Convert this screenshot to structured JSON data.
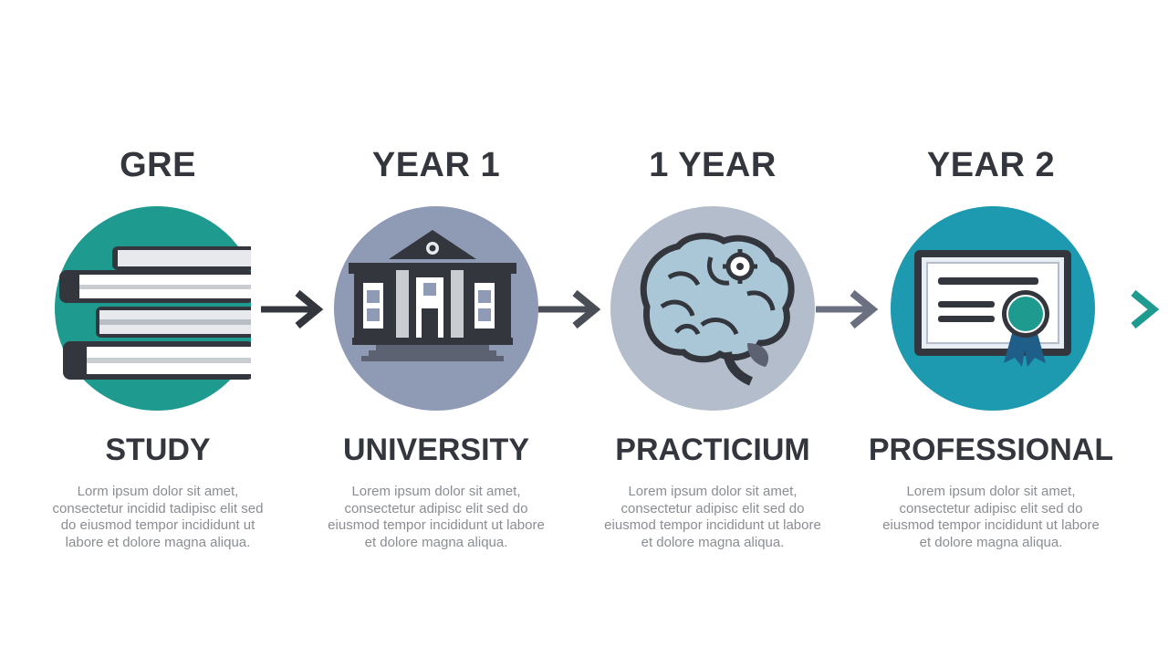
{
  "steps": [
    {
      "time": "GRE",
      "title": "STUDY",
      "icon": "books-icon",
      "circle_color": "#1e9a8f",
      "description": "Lorm ipsum dolor sit amet, consectetur incidid tadipisc elit sed do eiusmod tempor incididunt ut labore et dolore magna aliqua."
    },
    {
      "time": "YEAR 1",
      "title": "UNIVERSITY",
      "icon": "university-building-icon",
      "circle_color": "#8f9ab5",
      "description": "Lorem ipsum dolor sit amet, consectetur adipisc elit sed do eiusmod tempor incididunt ut labore et dolore magna aliqua."
    },
    {
      "time": "1 YEAR",
      "title": "PRACTICIUM",
      "icon": "brain-gear-icon",
      "circle_color": "#b4bdcb",
      "description": "Lorem ipsum dolor sit amet, consectetur adipisc elit sed do eiusmod tempor incididunt ut labore et dolore magna aliqua."
    },
    {
      "time": "YEAR 2",
      "title": "PROFESSIONAL",
      "icon": "certificate-icon",
      "circle_color": "#1e9ab0",
      "description": "Lorem ipsum dolor sit amet, consectetur adipisc elit sed do eiusmod tempor incididunt ut labore et dolore magna aliqua."
    }
  ],
  "colors": {
    "dark": "#33363d",
    "teal": "#1e9a8f",
    "slate": "#8f9ab5",
    "light_slate": "#b4bdcb",
    "cyan": "#1e9ab0"
  }
}
